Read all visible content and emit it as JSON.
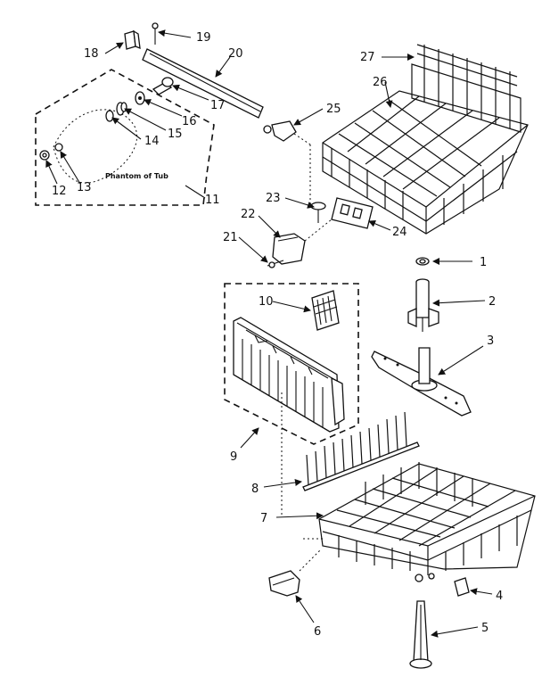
{
  "callouts": [
    "1",
    "2",
    "3",
    "4",
    "5",
    "6",
    "7",
    "8",
    "9",
    "10",
    "11",
    "12",
    "13",
    "14",
    "15",
    "16",
    "17",
    "18",
    "19",
    "20",
    "21",
    "22",
    "23",
    "24",
    "25",
    "26",
    "27"
  ],
  "notes": {
    "phantom": "Phantom of Tub"
  }
}
